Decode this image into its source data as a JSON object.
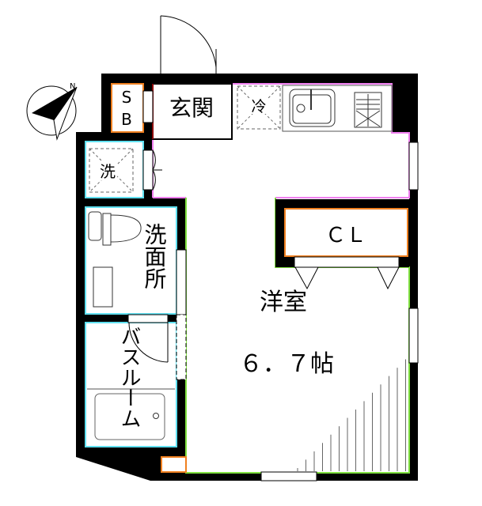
{
  "compass": {
    "north_label": "N"
  },
  "rooms": {
    "shoe_box": {
      "line1": "S",
      "line2": "B"
    },
    "entrance": "玄関",
    "fridge": "冷",
    "washer": "洗",
    "washroom": "洗面所",
    "closet": "ＣＬ",
    "western_room": "洋室",
    "western_room_size": "６．７帖",
    "bathroom": "バスルーム"
  },
  "colors": {
    "wall": "#000000",
    "storage": "#f08020",
    "kitchen_outline": "#f080f0",
    "room_outline": "#80e040",
    "wet_area_outline": "#60e0f0",
    "entrance_outline": "#8b0000"
  }
}
